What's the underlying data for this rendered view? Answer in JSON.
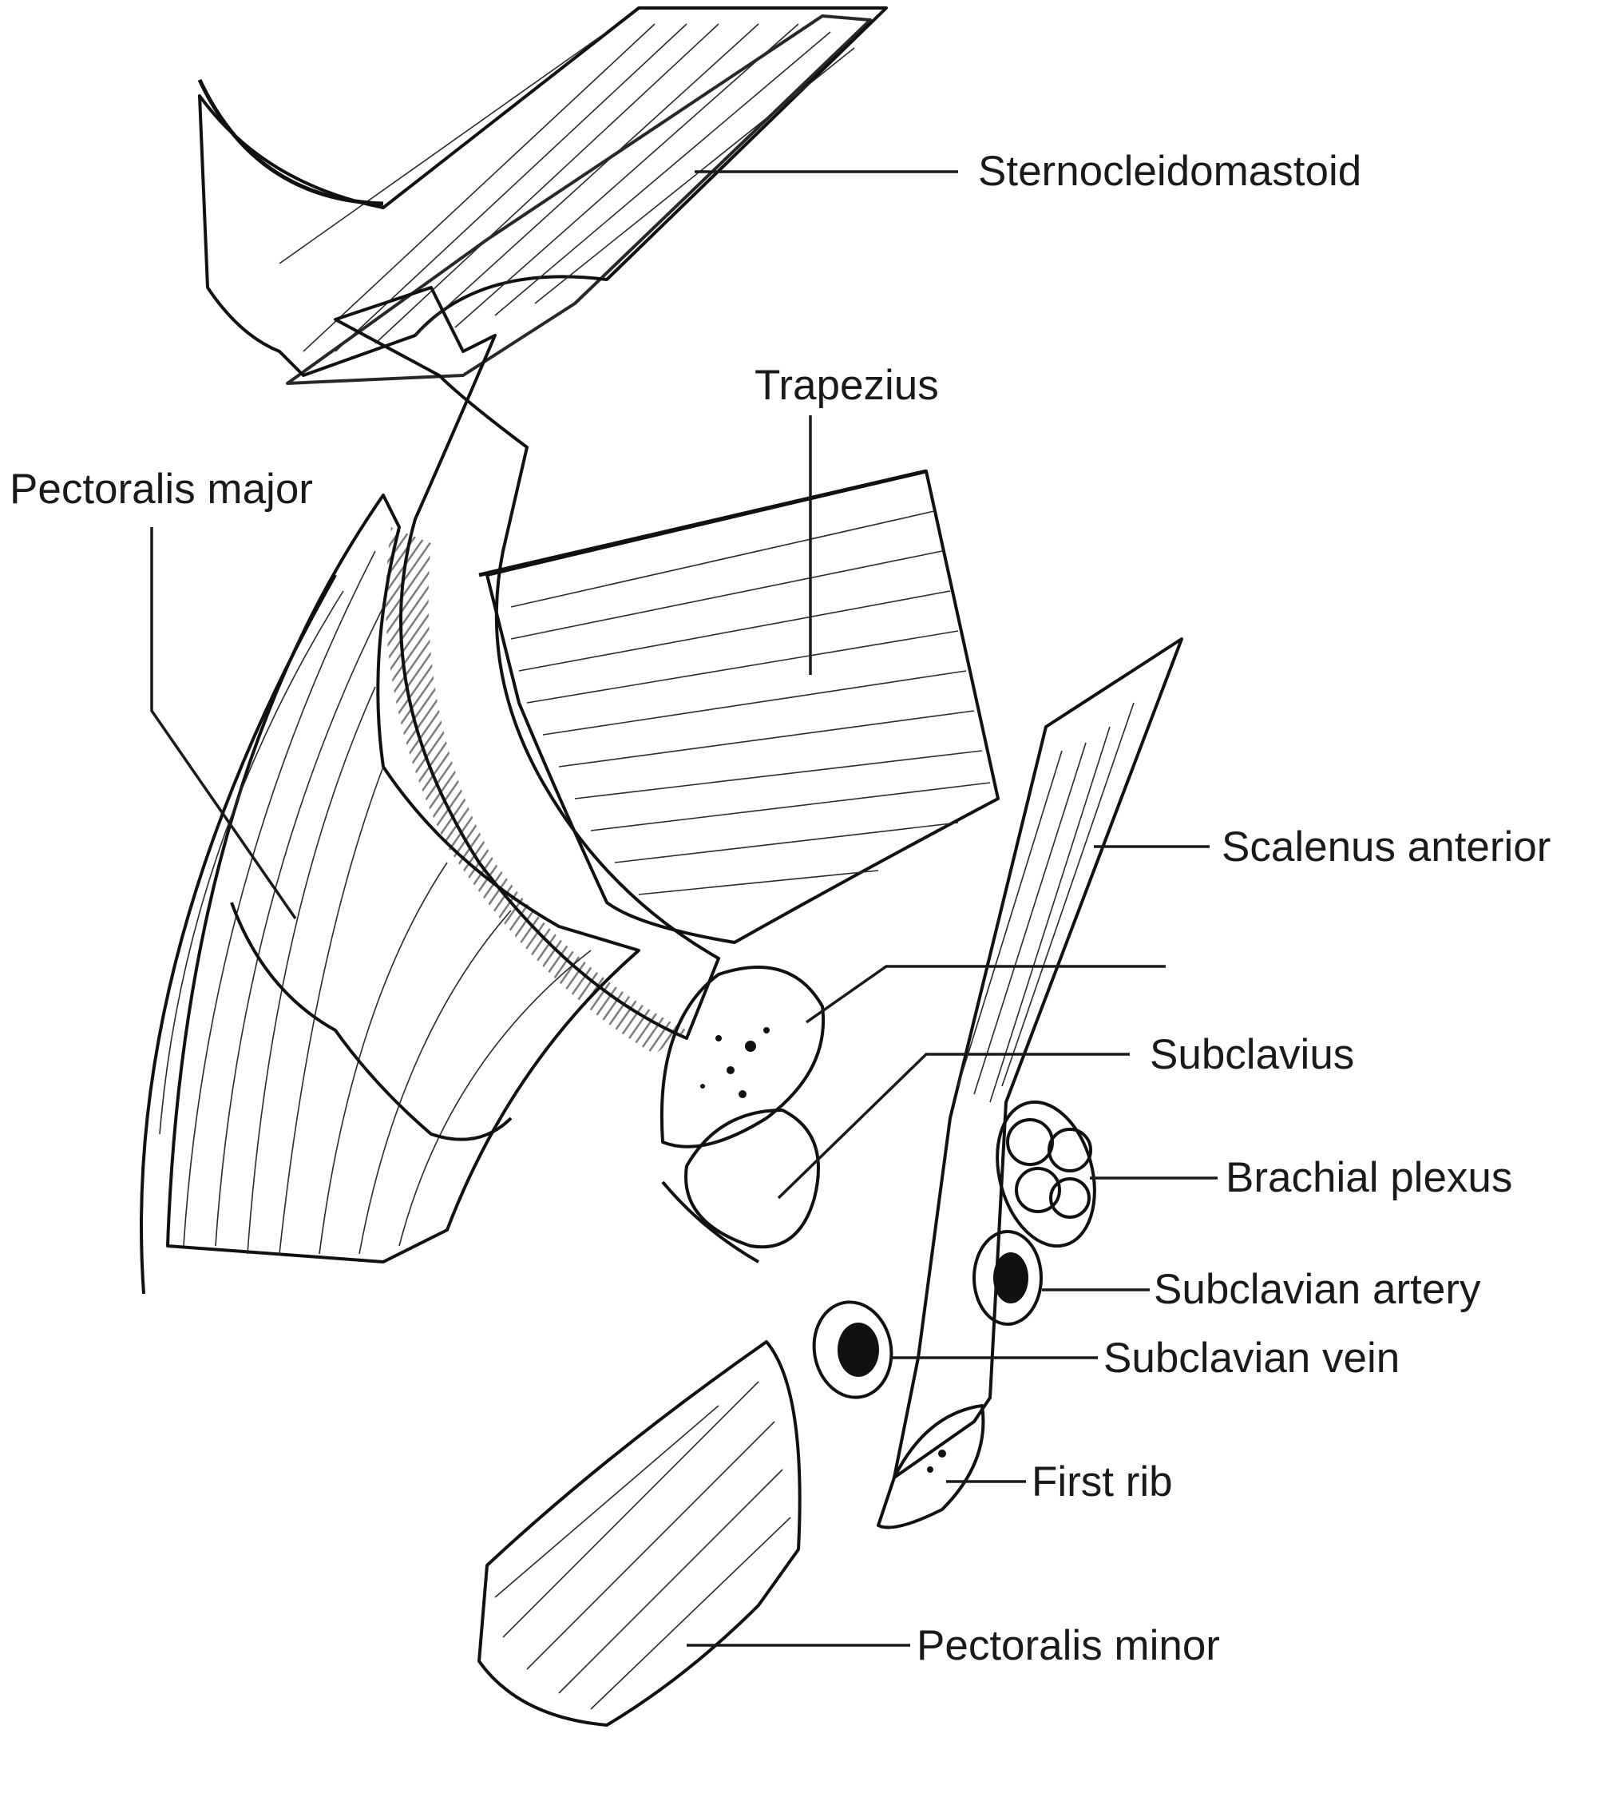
{
  "labels": {
    "sternocleidomastoid": "Sternocleidomastoid",
    "trapezius": "Trapezius",
    "pectoralis_major": "Pectoralis major",
    "scalenus_anterior": "Scalenus anterior",
    "subclavius": "Subclavius",
    "brachial_plexus": "Brachial plexus",
    "subclavian_artery": "Subclavian artery",
    "subclavian_vein": "Subclavian vein",
    "first_rib": "First rib",
    "pectoralis_minor": "Pectoralis minor"
  },
  "colors": {
    "muscle_dark": "#6f6a7a",
    "muscle_light": "#ffffff",
    "ink": "#111111"
  }
}
